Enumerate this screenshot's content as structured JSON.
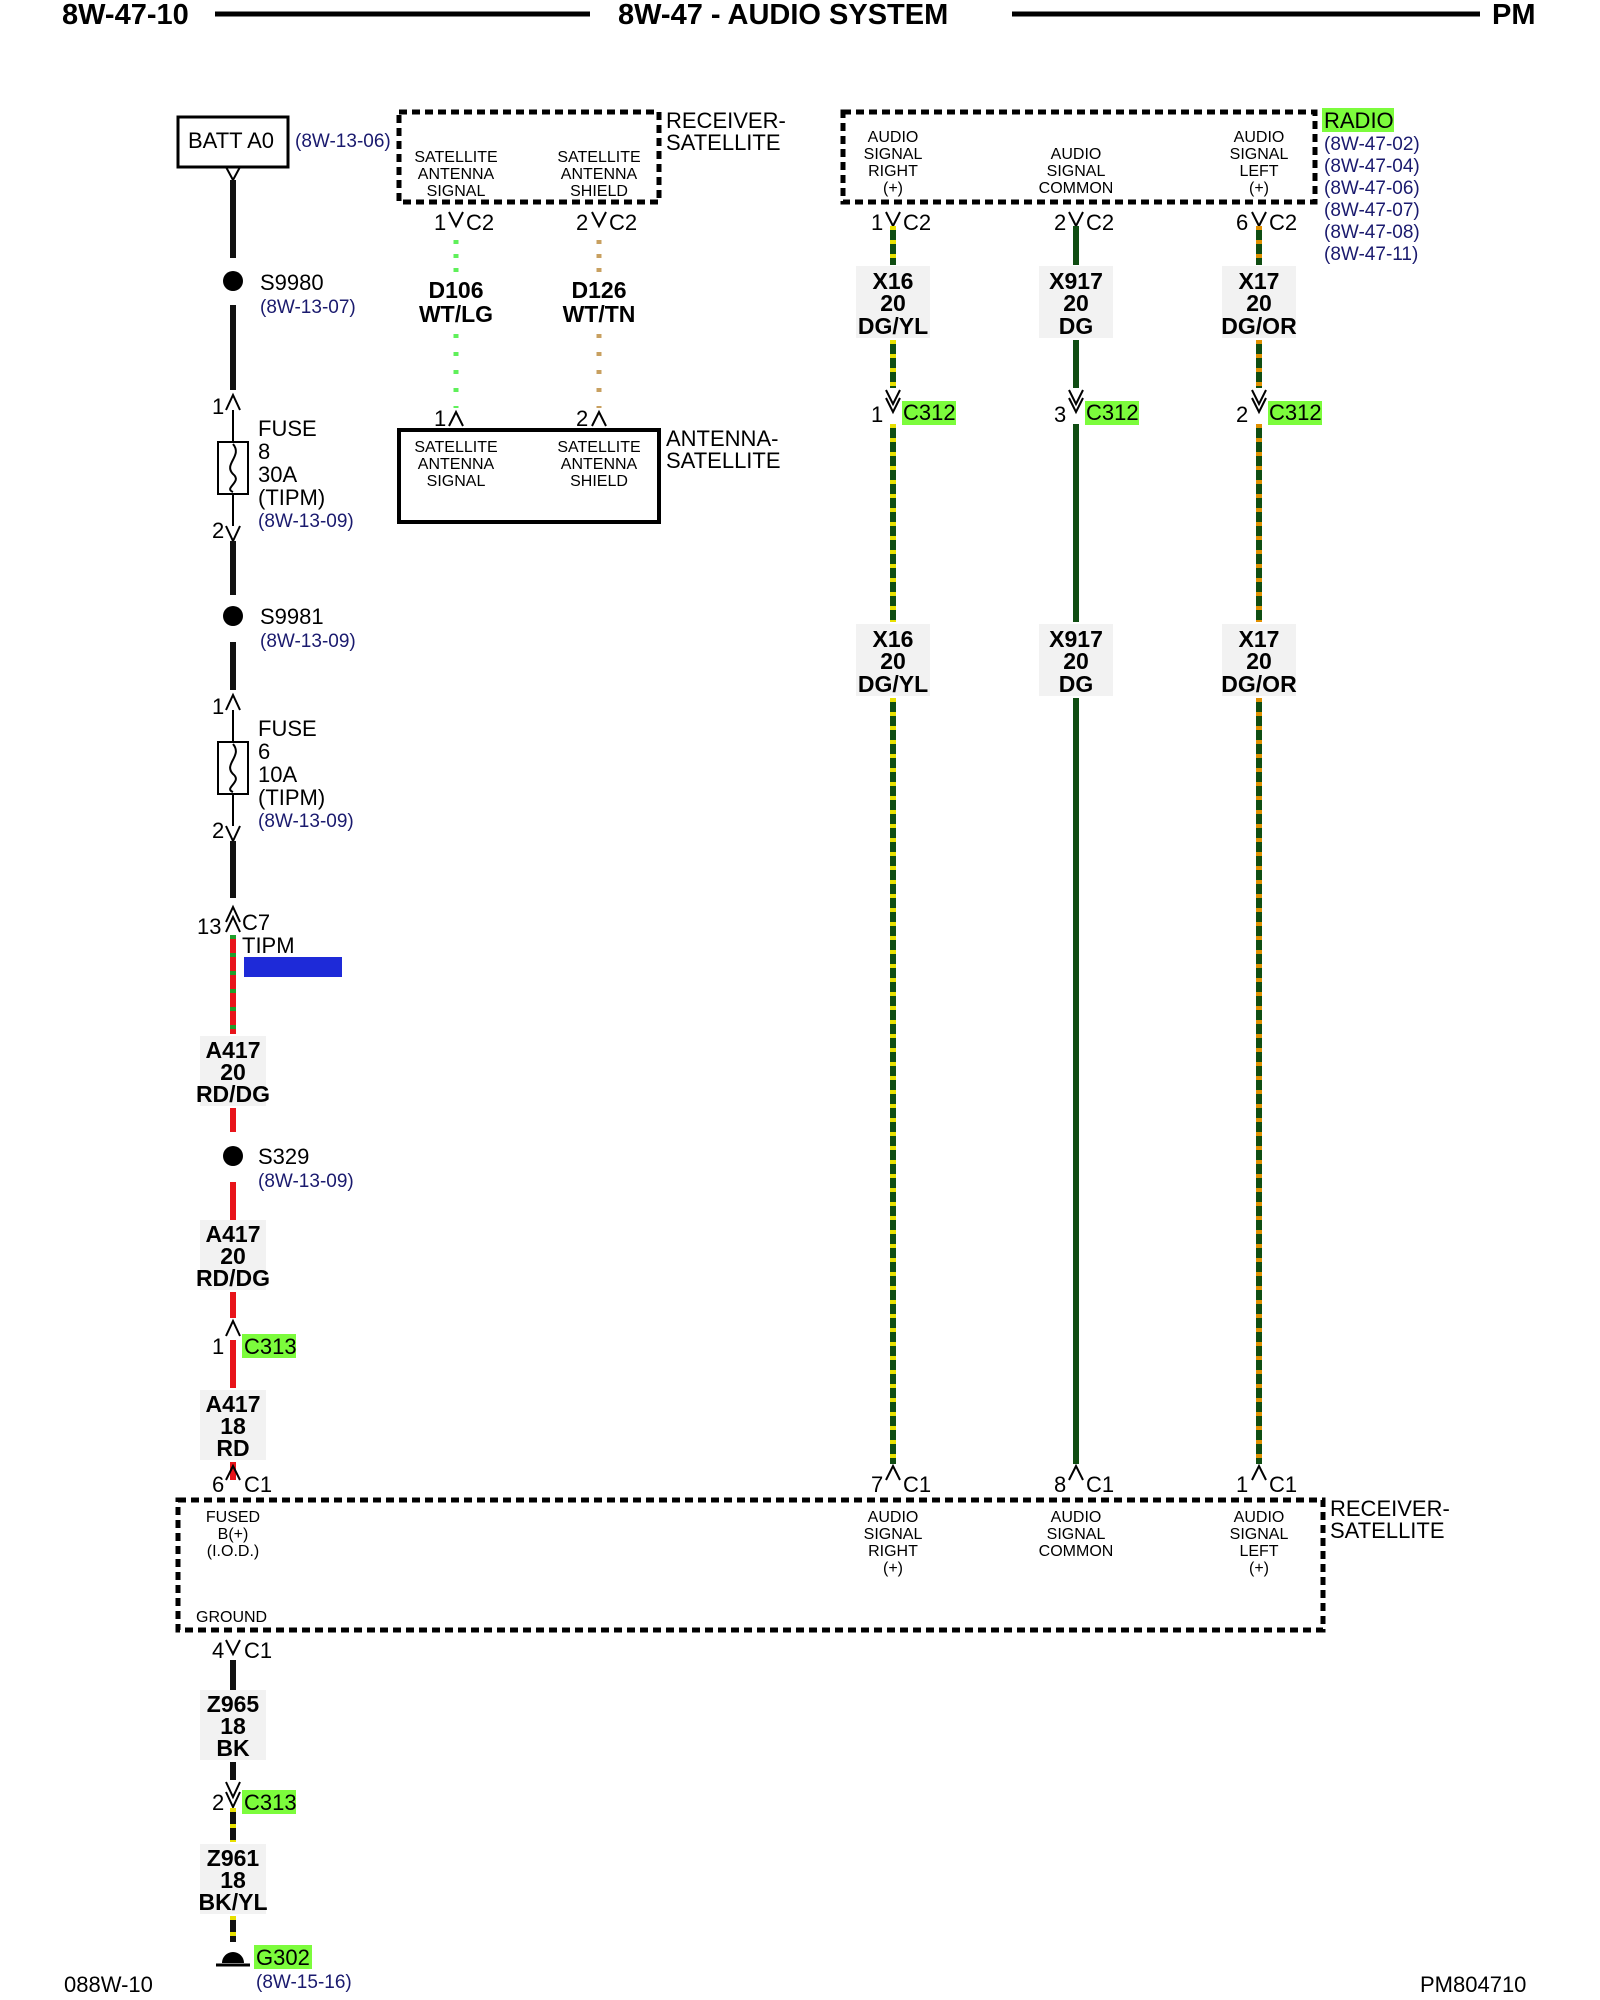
{
  "header": {
    "left": "8W-47-10",
    "center": "8W-47 - AUDIO SYSTEM",
    "right": "PM"
  },
  "footer": {
    "left": "088W-10",
    "right": "PM804710"
  },
  "colors": {
    "red": "#e8141a",
    "green": "#1f9e2a",
    "lightgreen": "#5ff05a",
    "yellow": "#e8e000",
    "black": "#111111",
    "darkgreen": "#0f4d12",
    "orange": "#e09000",
    "tan": "#c8a060",
    "blue": "#1e2ad8",
    "highlight": "#7cfc3c"
  },
  "batt": {
    "label": "BATT A0",
    "ref": "(8W-13-06)"
  },
  "splices": {
    "s9980": {
      "name": "S9980",
      "ref": "(8W-13-07)"
    },
    "s9981": {
      "name": "S9981",
      "ref": "(8W-13-09)"
    },
    "s329": {
      "name": "S329",
      "ref": "(8W-13-09)"
    }
  },
  "fuse8": {
    "l1": "FUSE",
    "l2": "8",
    "l3": "30A",
    "l4": "(TIPM)",
    "ref": "(8W-13-09)",
    "pin_top": "1",
    "pin_bot": "2"
  },
  "fuse6": {
    "l1": "FUSE",
    "l2": "6",
    "l3": "10A",
    "l4": "(TIPM)",
    "ref": "(8W-13-09)",
    "pin_top": "1",
    "pin_bot": "2"
  },
  "tipm": {
    "pin": "13",
    "conn": "C7",
    "name": "TIPM"
  },
  "left_wires": {
    "a417a": {
      "l1": "A417",
      "l2": "20",
      "l3": "RD/DG"
    },
    "a417b": {
      "l1": "A417",
      "l2": "20",
      "l3": "RD/DG"
    },
    "a417c": {
      "l1": "A417",
      "l2": "18",
      "l3": "RD"
    },
    "z965": {
      "l1": "Z965",
      "l2": "18",
      "l3": "BK"
    },
    "z961": {
      "l1": "Z961",
      "l2": "18",
      "l3": "BK/YL"
    }
  },
  "c313_top": {
    "pin": "1",
    "name": "C313"
  },
  "c313_bot": {
    "pin": "2",
    "name": "C313"
  },
  "ground": {
    "name": "G302",
    "ref": "(8W-15-16)"
  },
  "receiver_top": {
    "title1": "RECEIVER-",
    "title2": "SATELLITE",
    "sig": {
      "l1": "SATELLITE",
      "l2": "ANTENNA",
      "l3": "SIGNAL",
      "pin": "1",
      "conn": "C2"
    },
    "shd": {
      "l1": "SATELLITE",
      "l2": "ANTENNA",
      "l3": "SHIELD",
      "pin": "2",
      "conn": "C2"
    }
  },
  "ant_wires": {
    "d106": {
      "l1": "D106",
      "l2": "WT/LG"
    },
    "d126": {
      "l1": "D126",
      "l2": "WT/TN"
    }
  },
  "antenna": {
    "title1": "ANTENNA-",
    "title2": "SATELLITE",
    "sig": {
      "l1": "SATELLITE",
      "l2": "ANTENNA",
      "l3": "SIGNAL",
      "pin": "1"
    },
    "shd": {
      "l1": "SATELLITE",
      "l2": "ANTENNA",
      "l3": "SHIELD",
      "pin": "2"
    }
  },
  "radio": {
    "title": "RADIO",
    "refs": [
      "(8W-47-02)",
      "(8W-47-04)",
      "(8W-47-06)",
      "(8W-47-07)",
      "(8W-47-08)",
      "(8W-47-11)"
    ],
    "right": {
      "l1": "AUDIO",
      "l2": "SIGNAL",
      "l3": "RIGHT",
      "l4": "(+)",
      "pin": "1",
      "conn": "C2"
    },
    "common": {
      "l1": "AUDIO",
      "l2": "SIGNAL",
      "l3": "COMMON",
      "pin": "2",
      "conn": "C2"
    },
    "left": {
      "l1": "AUDIO",
      "l2": "SIGNAL",
      "l3": "LEFT",
      "l4": "(+)",
      "pin": "6",
      "conn": "C2"
    }
  },
  "audio_wires": {
    "x16": {
      "l1": "X16",
      "l2": "20",
      "l3": "DG/YL"
    },
    "x917": {
      "l1": "X917",
      "l2": "20",
      "l3": "DG"
    },
    "x17": {
      "l1": "X17",
      "l2": "20",
      "l3": "DG/OR"
    }
  },
  "c312": {
    "p1": "1",
    "p3": "3",
    "p2": "2",
    "name": "C312"
  },
  "receiver_bot": {
    "title1": "RECEIVER-",
    "title2": "SATELLITE",
    "fused": {
      "l1": "FUSED",
      "l2": "B(+)",
      "l3": "(I.O.D.)",
      "pin": "6",
      "conn": "C1"
    },
    "right": {
      "l1": "AUDIO",
      "l2": "SIGNAL",
      "l3": "RIGHT",
      "l4": "(+)",
      "pin": "7",
      "conn": "C1"
    },
    "common": {
      "l1": "AUDIO",
      "l2": "SIGNAL",
      "l3": "COMMON",
      "pin": "8",
      "conn": "C1"
    },
    "left": {
      "l1": "AUDIO",
      "l2": "SIGNAL",
      "l3": "LEFT",
      "l4": "(+)",
      "pin": "1",
      "conn": "C1"
    },
    "ground": {
      "l1": "GROUND",
      "pin": "4",
      "conn": "C1"
    }
  }
}
